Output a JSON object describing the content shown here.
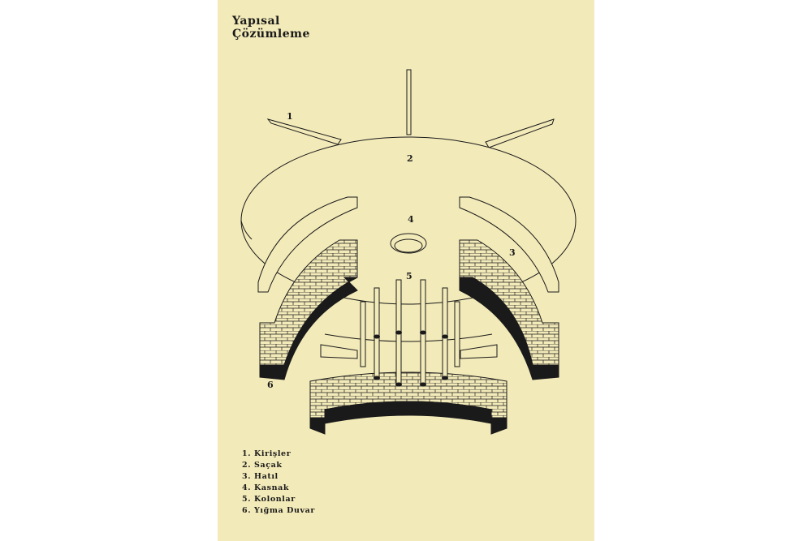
{
  "title": {
    "line1": "Yapısal",
    "line2": "Çözümleme"
  },
  "markers": [
    "1",
    "2",
    "3",
    "4",
    "5",
    "6"
  ],
  "legend": [
    "1. Kirişler",
    "2. Saçak",
    "3. Hatıl",
    "4. Kasnak",
    "5. Kolonlar",
    "6. Yığma Duvar"
  ],
  "colors": {
    "paper": "#f3eab9",
    "ink": "#1a1a1a"
  }
}
